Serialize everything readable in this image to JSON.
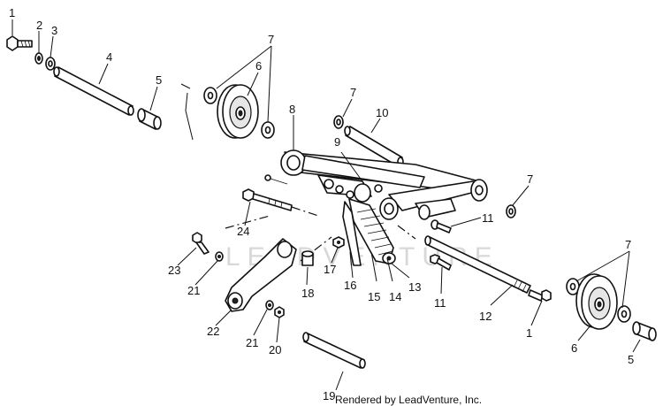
{
  "credit": "Rendered by LeadVenture, Inc.",
  "watermark": "LEADVENTURE",
  "callouts": {
    "c1a": "1",
    "c2": "2",
    "c3": "3",
    "c4": "4",
    "c5a": "5",
    "c6a": "6",
    "c7a": "7",
    "c7b": "7",
    "c8": "8",
    "c9": "9",
    "c10": "10",
    "c7c": "7",
    "c11a": "11",
    "c24": "24",
    "c23": "23",
    "c21a": "21",
    "c17": "17",
    "c16": "16",
    "c15": "15",
    "c14": "14",
    "c13": "13",
    "c11b": "11",
    "c12": "12",
    "c18": "18",
    "c22": "22",
    "c21b": "21",
    "c20": "20",
    "c7d": "7",
    "c1b": "1",
    "c6b": "6",
    "c5b": "5",
    "c19": "19"
  }
}
